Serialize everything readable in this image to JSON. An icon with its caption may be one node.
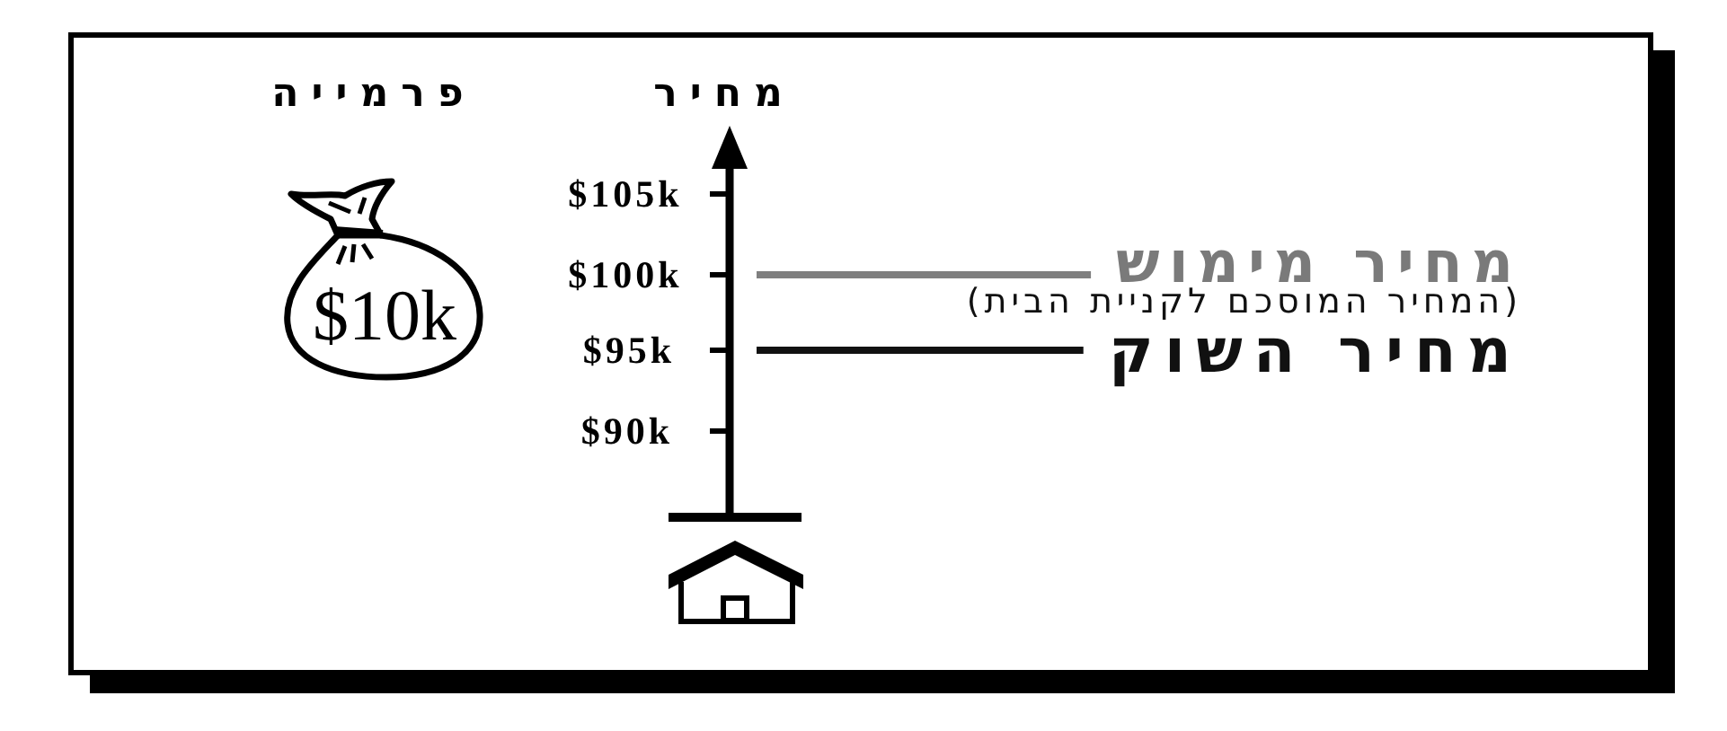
{
  "diagram": {
    "nodes": [
      {
        "text": [
          "$10k"
        ]
      },
      {
        "text": [
          "מחיר מימוש"
        ],
        "beside": [
          "(המחיר המוסכם לקניית הבית)"
        ]
      },
      {
        "text": [
          "מחיר השוק"
        ]
      }
    ],
    "edges": [
      {
        "from": 1,
        "to": null,
        "arrow": "none",
        "color": "#7f7f7f"
      },
      {
        "from": 2,
        "to": null,
        "arrow": "none",
        "color": "#111111"
      }
    ],
    "labels": [
      "פרמייה",
      "מחיר",
      "$105k",
      "$100k",
      "$95k",
      "$90k"
    ]
  }
}
